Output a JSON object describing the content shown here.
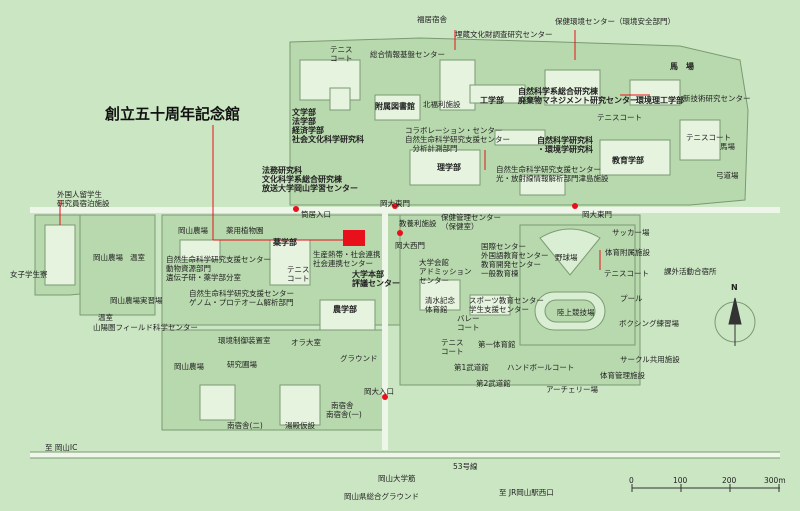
{
  "title": "創立五十周年記念館",
  "colors": {
    "background": "#cbe6c3",
    "block": "#b8d9ae",
    "building": "#e6f3df",
    "outline": "#7a9a72",
    "road": "#eef6ea",
    "leader": "#e8101a",
    "highlight": "#e8101a"
  },
  "labels": {
    "fukui_shukusha": "福居宿舎",
    "maizo": "埋蔵文化財調査研究センター",
    "hoken": "保健環境センター（環境安全部門）",
    "tennis1": "テニス\nコート",
    "sogo_joho": "総合情報基盤センター",
    "bab": "馬　場",
    "shingijutsu": "新技術研究センター",
    "bungakubu": "文学部\n法学部\n経済学部\n社会文化科学研究科",
    "fuzoku_tosho": "附属図書館",
    "kita_sanryo": "北福利施設",
    "kogakubu": "工学部",
    "shizen_sogo": "自然科学系総合研究棟\n廃棄物マネジメント研究センター",
    "kankyo_rikogakubu": "環境理工学部",
    "tennis2": "テニスコート",
    "tennis3": "テニスコート",
    "collab": "コラボレーション・センター\n自然生命科学研究支援センター\n　分析計測部門",
    "shizen_kankyo": "自然科学研究科\n・環境学研究科",
    "kyoikugakubu": "教育学部",
    "bajo": "馬場",
    "yumidojo": "弓道場",
    "hogaku": "法務研究科\n文化科学系総合研究棟\n放送大学岡山学習センター",
    "rigakubu": "理学部",
    "shizen_hikari": "自然生命科学研究支援センター\n光・放射線情報解析部門津島施設",
    "gaikokujin": "外国人留学生\n研究員宿泊施設",
    "okayama_nojo1": "岡山農場",
    "yakuyo": "薬用植物園",
    "tsuji_gate": "筒居入口",
    "okadai_kitamon": "岡大東門",
    "okadai_higashimon": "岡大東門",
    "yakugakubu": "薬学部",
    "kyoyo": "教養利施設",
    "hokenkanri": "保健管理センター\n（保健室）",
    "soccer": "サッカー場",
    "jyoshi_ryo": "女子学生寮",
    "okayama_nojo2": "岡山農場",
    "onshitsu": "温室",
    "idenshi": "自然生命科学研究支援センター\n動物資源部門\n遺伝子研・薬学部分室",
    "tennis4": "テニス\nコート",
    "shikyo": "生産熱帯・社会連携\n社会連携センター",
    "okadai_nishimon": "岡大西門",
    "kokusai": "国際センター\n外国語教育センター\n教育開発センター\n一般教育棟",
    "yakyujo": "野球場",
    "taiiku_fuzoku": "体育附属施設",
    "tennis5": "テニスコート",
    "kagai": "課外活動合宿所",
    "daigaku_honbu": "大学本部\n評議センター",
    "daigaku_kaikan": "大学会館\nアドミッション\nセンター",
    "okayama_nojo3": "岡山農場実習場",
    "genom": "自然生命科学研究支援センター\nゲノム・プロテオーム解析部門",
    "nogakubu": "農学部",
    "shimizu": "清水記念\n体育館",
    "sports": "スポーツ教育センター\n学生支援センター",
    "rikujo": "陸上競技場",
    "pool": "プール",
    "onshitsu2": "温室",
    "field_center": "山陽圏フィールド科学センター",
    "volley": "バレー\nコート",
    "boxing": "ボクシング練習場",
    "tennis6": "テニス\nコート",
    "okayama_nojo4": "岡山農場",
    "kankyo_seigyo": "環境制御装置室",
    "kenkyu_onshitsu": "研究圃場",
    "ora_taishitsu": "オラ大室",
    "ground": "グラウンド",
    "circle": "サークル共用施設",
    "taiiku1": "第一体育館",
    "taiiku_kanri": "体育管理施設",
    "budojo1": "第1武道館",
    "handball": "ハンドボールコート",
    "budojo2": "第2武道館",
    "archery": "アーチェリー場",
    "minami_shukusha1": "南宿舎(一)",
    "minami_shukusha2": "南宿舎(二)",
    "nangan": "南宿舎",
    "yugyo": "湯殿仮設",
    "okadai_iriguchi": "岡大入口",
    "ic": "至 岡山IC",
    "route53": "53号線",
    "okadai_suji": "岡山大学筋",
    "sogo_ground": "岡山県総合グラウンド",
    "jr": "至 JR岡山駅西口",
    "north": "N"
  },
  "scale": {
    "ticks": [
      "0",
      "100",
      "200",
      "300m"
    ]
  }
}
